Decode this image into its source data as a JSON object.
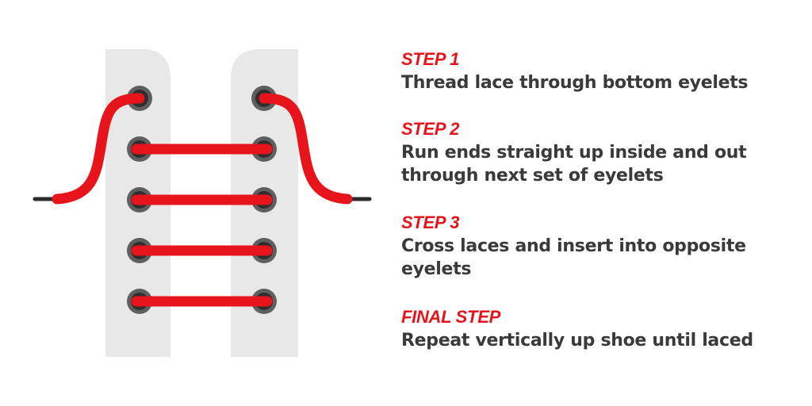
{
  "colors": {
    "accent": "#e8141b",
    "body_text": "#3a3a3c",
    "panel": "#e8e8e8",
    "eyelet_ring": "#5f5f5f",
    "eyelet_hole": "#2e2e2e",
    "lace_tip": "#2b2b2b"
  },
  "diagram": {
    "eyelet_rows": 5,
    "eyelets_per_row": 2,
    "straight_bars": 4
  },
  "steps": [
    {
      "title": "STEP 1",
      "text": "Thread lace through bottom eyelets"
    },
    {
      "title": "STEP 2",
      "text": "Run ends straight up inside and out\nthrough next set of eyelets"
    },
    {
      "title": "STEP 3",
      "text": "Cross laces and insert into opposite\neyelets"
    },
    {
      "title": "FINAL STEP",
      "text": "Repeat vertically up shoe until laced"
    }
  ]
}
